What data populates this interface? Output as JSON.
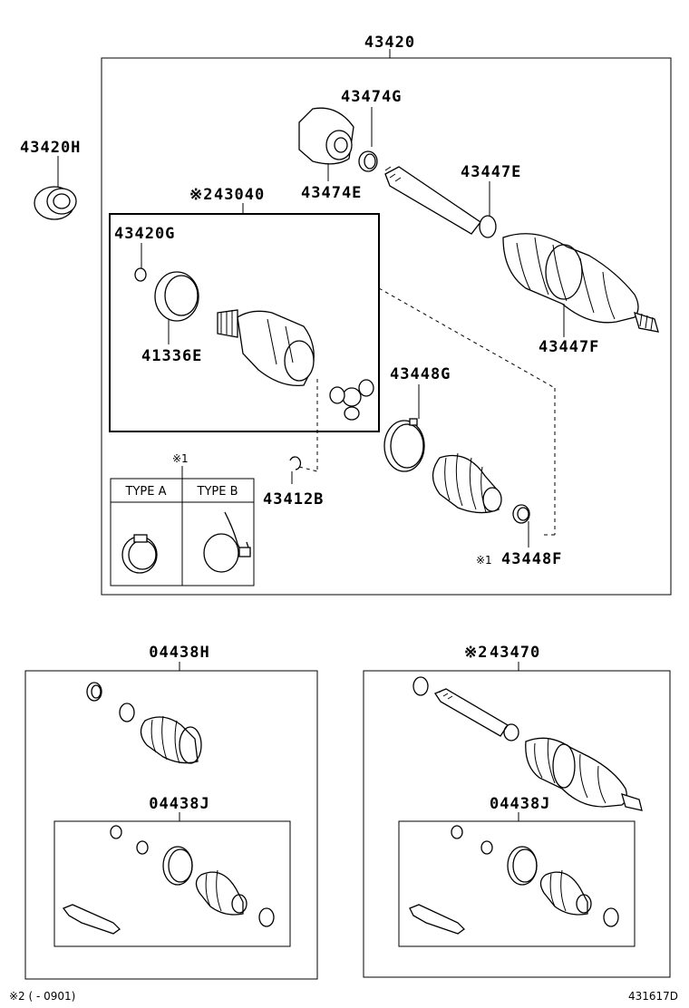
{
  "labels": {
    "assembly": "43420",
    "bearing": "43420H",
    "dust_cover": "43474G",
    "cover_upper": "43474E",
    "clamp_outer": "43447E",
    "boot_outer": "43447F",
    "inboard_mark": "※2",
    "inboard_joint": "43040",
    "snap_ring_small": "43420G",
    "ring_large": "41336E",
    "clamp_inner": "43448G",
    "snap_ring": "43412B",
    "clamp_small_mark": "※1",
    "clamp_small": "43448F",
    "type_note_mark": "※1",
    "type_a": "TYPE A",
    "type_b": "TYPE B",
    "boot_kit_left": "04438H",
    "boot_kit_left_inner": "04438J",
    "shaft_mark": "※2",
    "shaft_assy": "43470",
    "boot_kit_right_inner": "04438J"
  },
  "footer": {
    "note": "※2 (        - 0901)",
    "diagram_id": "431617D"
  }
}
